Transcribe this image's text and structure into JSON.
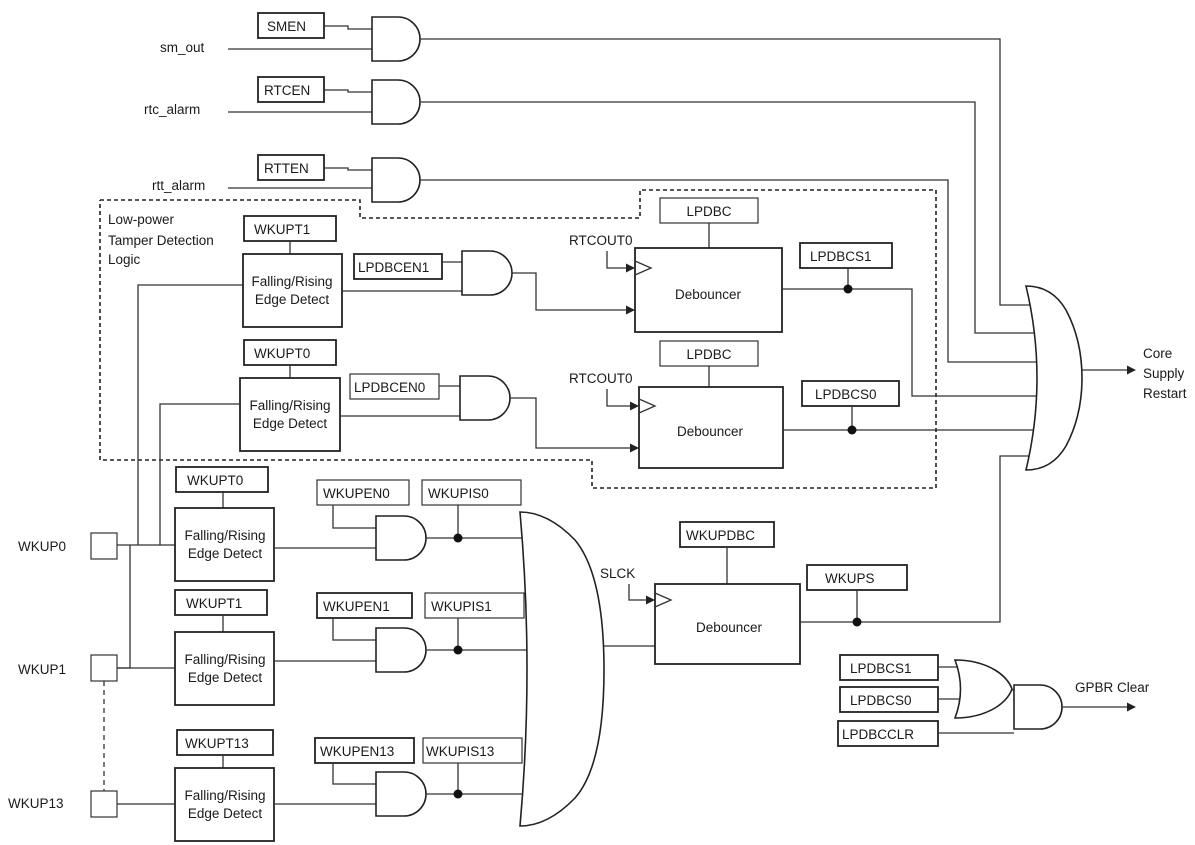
{
  "signals": {
    "sm_out": "sm_out",
    "rtc_alarm": "rtc_alarm",
    "rtt_alarm": "rtt_alarm",
    "rtcout0_a": "RTCOUT0",
    "rtcout0_b": "RTCOUT0",
    "slck": "SLCK"
  },
  "enables": {
    "smen": "SMEN",
    "rtcen": "RTCEN",
    "rtten": "RTTEN"
  },
  "tamper": {
    "title_line1": "Low-power",
    "title_line2": "Tamper Detection",
    "title_line3": "Logic",
    "wkupt1": "WKUPT1",
    "wkupt0": "WKUPT0",
    "lpdbcen1": "LPDBCEN1",
    "lpdbcen0": "LPDBCEN0",
    "lpdbc_a": "LPDBC",
    "lpdbc_b": "LPDBC",
    "lpdbcs1": "LPDBCS1",
    "lpdbcs0": "LPDBCS0"
  },
  "edge_detect": {
    "line1": "Falling/Rising",
    "line2": "Edge Detect"
  },
  "debouncer_label": "Debouncer",
  "wakeup": {
    "pins": [
      "WKUP0",
      "WKUP1",
      "WKUP13"
    ],
    "wkupt": [
      "WKUPT0",
      "WKUPT1",
      "WKUPT13"
    ],
    "wkupen": [
      "WKUPEN0",
      "WKUPEN1",
      "WKUPEN13"
    ],
    "wkupis": [
      "WKUPIS0",
      "WKUPIS1",
      "WKUPIS13"
    ],
    "wkupdbc": "WKUPDBC",
    "wkups": "WKUPS"
  },
  "outputs": {
    "core_line1": "Core",
    "core_line2": "Supply",
    "core_line3": "Restart",
    "gpbr_clear": "GPBR Clear"
  },
  "gpbr_inputs": {
    "lpdbcs1": "LPDBCS1",
    "lpdbcs0": "LPDBCS0",
    "lpdbcclr": "LPDBCCLR"
  }
}
